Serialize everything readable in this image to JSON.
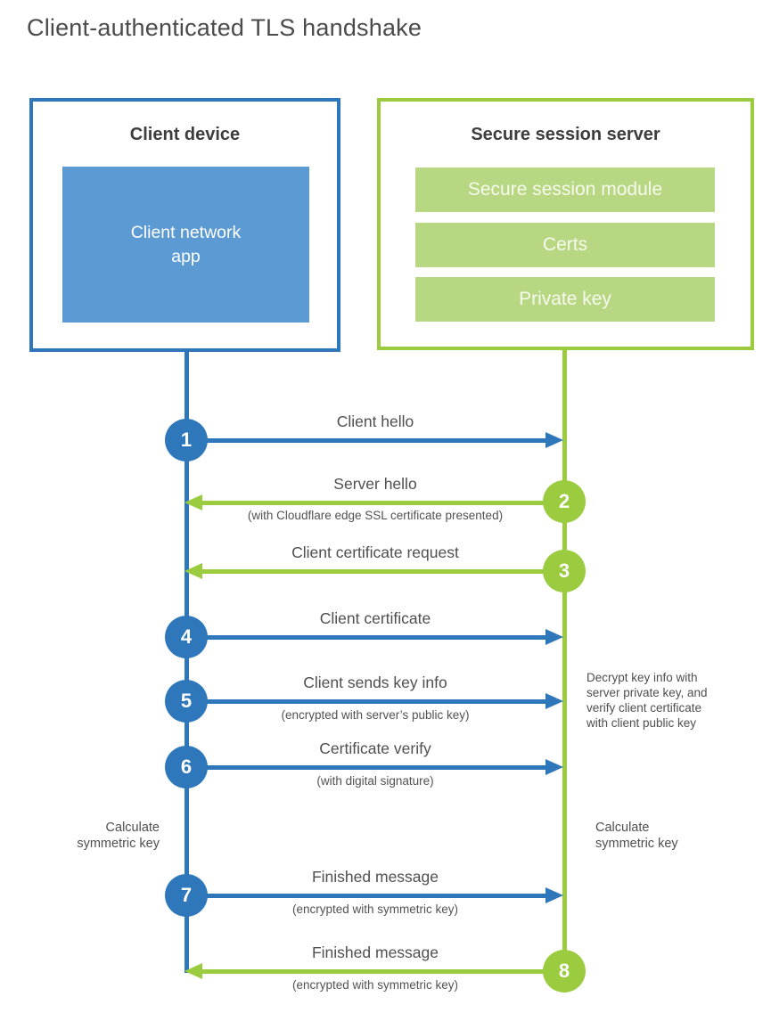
{
  "title": "Client-authenticated TLS handshake",
  "client": {
    "title": "Client device",
    "app_label": "Client network\napp"
  },
  "server": {
    "title": "Secure session server",
    "modules": [
      "Secure session module",
      "Certs",
      "Private key"
    ]
  },
  "steps": [
    {
      "num": "1",
      "from": "client",
      "to": "server",
      "label": "Client hello",
      "sublabel": ""
    },
    {
      "num": "2",
      "from": "server",
      "to": "client",
      "label": "Server hello",
      "sublabel": "(with Cloudflare edge SSL certificate presented)"
    },
    {
      "num": "3",
      "from": "server",
      "to": "client",
      "label": "Client certificate request",
      "sublabel": ""
    },
    {
      "num": "4",
      "from": "client",
      "to": "server",
      "label": "Client certificate",
      "sublabel": ""
    },
    {
      "num": "5",
      "from": "client",
      "to": "server",
      "label": "Client sends key info",
      "sublabel": "(encrypted with server’s public key)"
    },
    {
      "num": "6",
      "from": "client",
      "to": "server",
      "label": "Certificate verify",
      "sublabel": "(with digital signature)"
    },
    {
      "num": "7",
      "from": "client",
      "to": "server",
      "label": "Finished message",
      "sublabel": "(encrypted with symmetric key)"
    },
    {
      "num": "8",
      "from": "server",
      "to": "client",
      "label": "Finished message",
      "sublabel": "(encrypted with symmetric key)"
    }
  ],
  "annotations": {
    "server_note": "Decrypt key info with\nserver private key, and\nverify client certificate\nwith client public key",
    "client_calc": "Calculate\nsymmetric key",
    "server_calc": "Calculate\nsymmetric key"
  },
  "colors": {
    "blue": "#2E77BB",
    "blue_fill": "#5B9AD3",
    "green": "#9BCB3E",
    "green_fill": "#B7D783"
  }
}
